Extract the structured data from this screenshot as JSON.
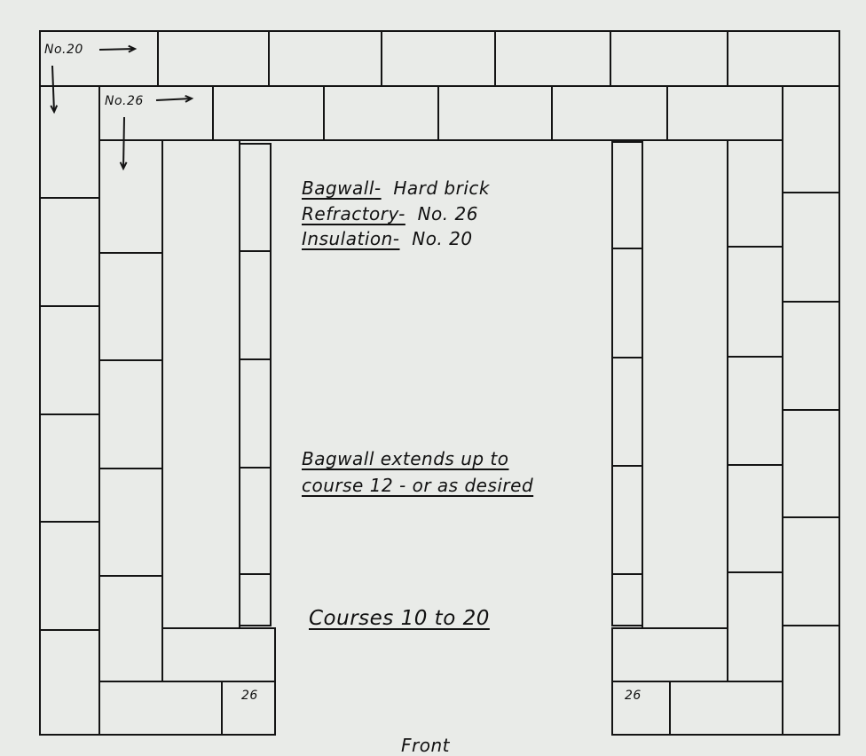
{
  "diagram": {
    "markers": {
      "insulation_marker": "No.20",
      "refractory_marker": "No.26"
    },
    "legend": [
      {
        "term": "Bagwall-",
        "value": "Hard brick"
      },
      {
        "term": "Refractory-",
        "value": "No. 26"
      },
      {
        "term": "Insulation-",
        "value": "No. 20"
      }
    ],
    "note": {
      "line1": "Bagwall extends up to",
      "line2": "course 12 - or as desired"
    },
    "courses_label": "Courses 10 to 20",
    "brick_labels": {
      "left": "26",
      "right": "26"
    },
    "front_label": "Front",
    "line_color": "#141414",
    "paper_color": "#e9ebe8"
  }
}
